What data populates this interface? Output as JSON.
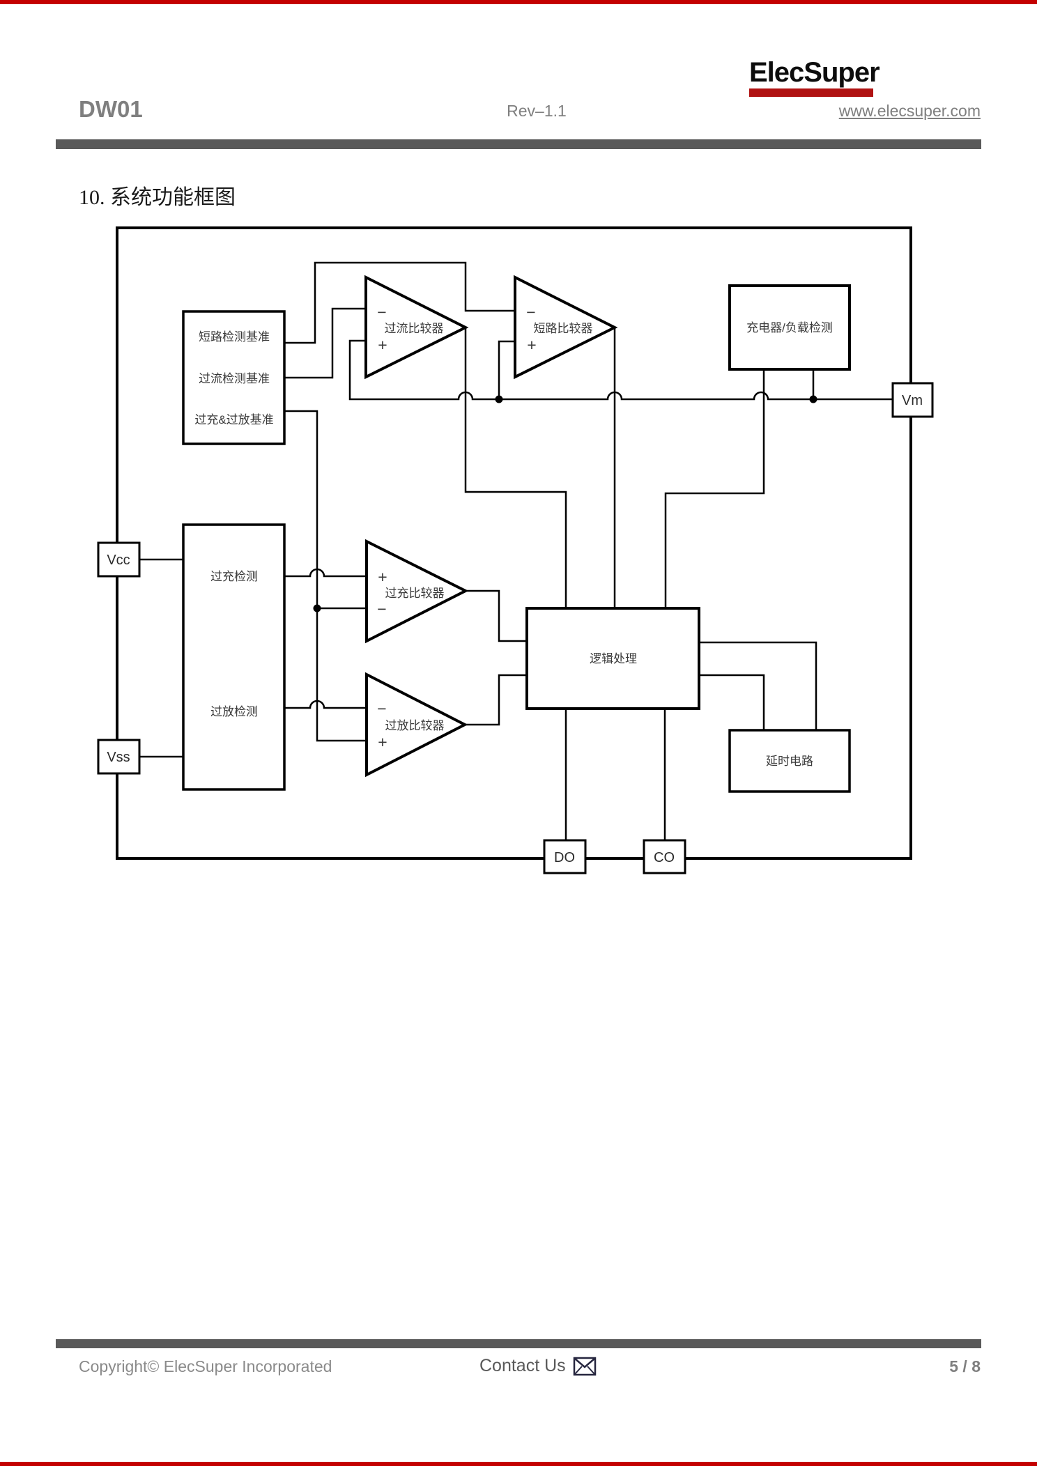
{
  "header": {
    "logo": "ElecSuper",
    "part": "DW01",
    "rev": "Rev–1.1",
    "site": "www.elecsuper.com"
  },
  "section_title": "10. 系统功能框图",
  "diagram": {
    "ref_labels": [
      "短路检测基准",
      "过流检测基准",
      "过充&过放基准"
    ],
    "detect_labels": [
      "过充检测",
      "过放检测"
    ],
    "cmp_overcurrent": "过流比较器",
    "cmp_short": "短路比较器",
    "cmp_overcharge": "过充比较器",
    "cmp_overdischarge": "过放比较器",
    "charger_load": "充电器/负载检测",
    "logic": "逻辑处理",
    "delay": "延时电路",
    "pin_vcc": "Vcc",
    "pin_vss": "Vss",
    "pin_vm": "Vm",
    "pin_do": "DO",
    "pin_co": "CO",
    "plus": "+",
    "minus": "−"
  },
  "footer": {
    "copyright": "Copyright© ElecSuper Incorporated",
    "contact": "Contact Us",
    "page": "5 / 8"
  },
  "colors": {
    "edge_red": "#c40000",
    "logo_red": "#b01212",
    "rule_gray": "#595959",
    "header_gray": "#7f7f7f"
  }
}
